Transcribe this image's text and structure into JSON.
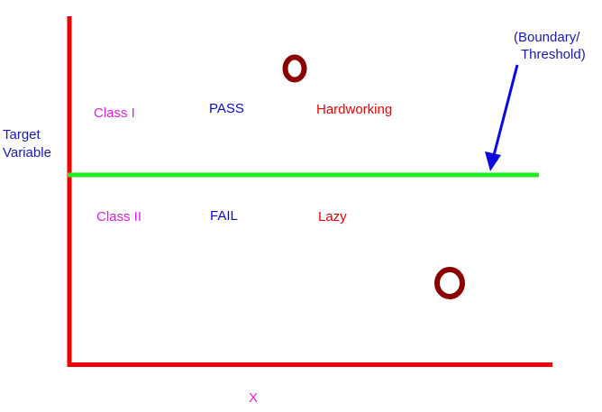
{
  "labels": {
    "y_axis_line1": "Target",
    "y_axis_line2": "Variable",
    "x_axis": "X",
    "class_1": "Class I",
    "class_2": "Class II",
    "pass": "PASS",
    "fail": "FAIL",
    "hardworking": "Hardworking",
    "lazy": "Lazy",
    "boundary_line1": "(Boundary/",
    "boundary_line2": "Threshold)"
  },
  "colors": {
    "axes": "#f00000",
    "boundary": "#20ee20",
    "point": "#8a0000",
    "arrow": "#0a0ae0",
    "class_text": "#e020e0",
    "result_text": "#0a0ad8",
    "trait_text": "#f00000"
  }
}
